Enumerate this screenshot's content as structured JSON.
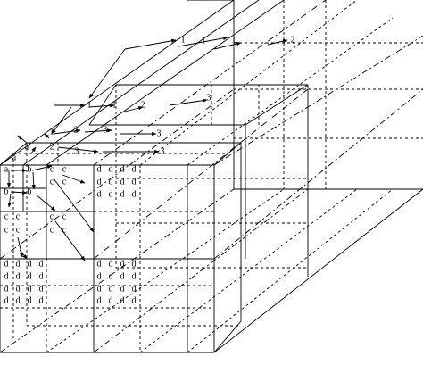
{
  "labels": {
    "level_a": "a",
    "level_b": "b",
    "level_c": "c",
    "level_d": "d",
    "step_1": "1",
    "step_2": "2",
    "step_3": "3"
  },
  "colors": {
    "stroke": "#000000",
    "background": "#ffffff"
  }
}
